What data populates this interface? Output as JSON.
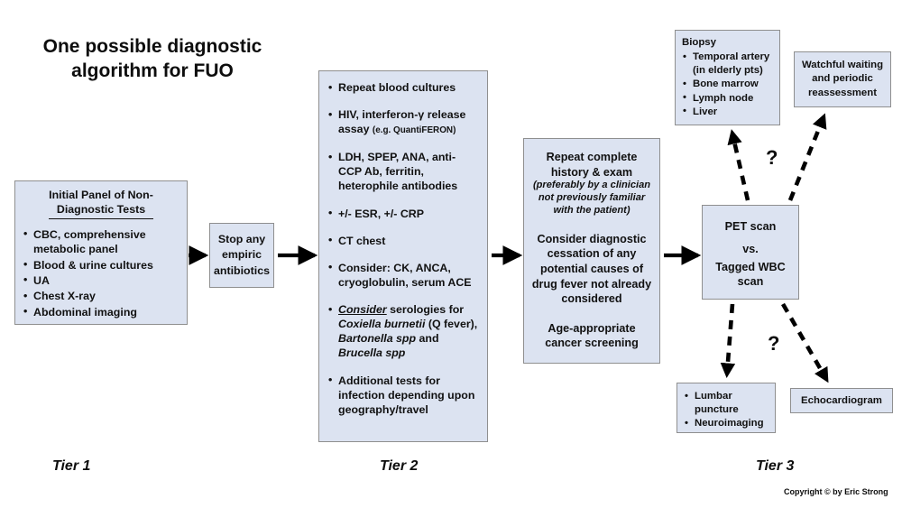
{
  "title": "One possible diagnostic algorithm for FUO",
  "copyright": "Copyright © by Eric Strong",
  "colors": {
    "box_fill": "#dce3f1",
    "box_border": "#8f8f8f",
    "text": "#111111",
    "arrow": "#000000"
  },
  "tier_labels": {
    "tier1": "Tier 1",
    "tier2": "Tier 2",
    "tier3": "Tier 3"
  },
  "tier1": {
    "header_line1": "Initial Panel of Non-",
    "header_line2": "Diagnostic Tests",
    "items": [
      "CBC, comprehensive metabolic panel",
      "Blood & urine cultures",
      "UA",
      "Chest X-ray",
      "Abdominal imaging"
    ]
  },
  "stop_antibiotics": {
    "text": "Stop any empiric antibiotics"
  },
  "tier2": {
    "items": [
      {
        "text": "Repeat blood cultures"
      },
      {
        "text": "HIV, interferon-γ release assay ",
        "note": "(e.g. QuantiFERON)"
      },
      {
        "text": "LDH, SPEP, ANA, anti-CCP Ab, ferritin, heterophile antibodies"
      },
      {
        "text": "+/- ESR, +/- CRP"
      },
      {
        "text": "CT chest"
      },
      {
        "text": "Consider: CK, ANCA, cryoglobulin, serum ACE"
      },
      {
        "emphasis": "Consider",
        "seg1": " serologies for ",
        "species1": "Coxiella burnetii",
        "seg2": " (Q fever), ",
        "species2": "Bartonella spp",
        "seg3": " and ",
        "species3": "Brucella spp"
      },
      {
        "text": "Additional tests for infection depending upon geography/travel"
      }
    ]
  },
  "repeat_history": {
    "line1": "Repeat complete history & exam",
    "sub": "(preferably by a clinician not previously familiar with the patient)",
    "para2": "Consider diagnostic cessation of any potential causes of drug fever not already considered",
    "para3": "Age-appropriate cancer screening"
  },
  "biopsy": {
    "header": "Biopsy",
    "items": [
      "Temporal artery (in elderly pts)",
      "Bone marrow",
      "Lymph node",
      "Liver"
    ]
  },
  "watchful_waiting": {
    "text": "Watchful waiting and periodic reassessment"
  },
  "pet_scan": {
    "line1": "PET scan",
    "line2": "vs.",
    "line3": "Tagged WBC scan"
  },
  "lumbar": {
    "items": [
      "Lumbar puncture",
      "Neuroimaging"
    ]
  },
  "echocardiogram": {
    "text": "Echocardiogram"
  },
  "question_marks": {
    "upper": "?",
    "lower": "?"
  }
}
